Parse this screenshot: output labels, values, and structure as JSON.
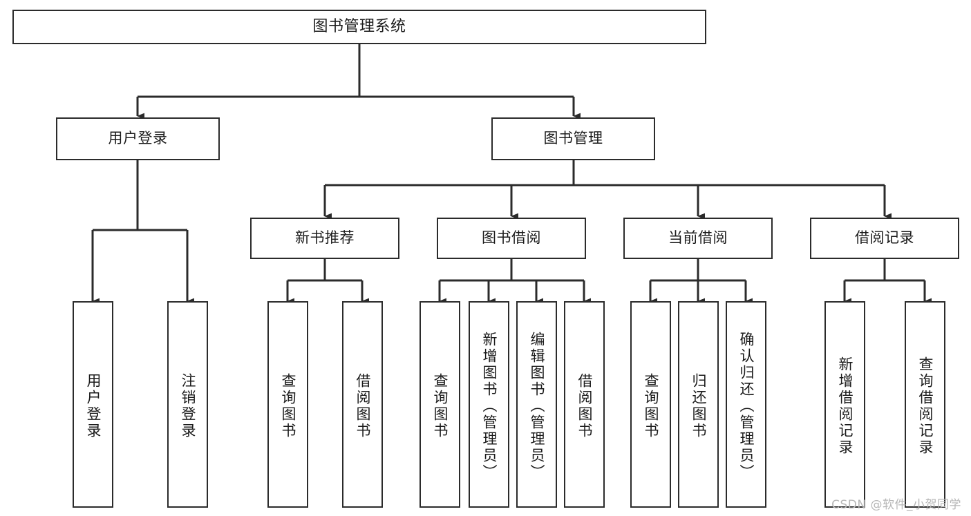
{
  "diagram": {
    "type": "tree",
    "title": "图书管理系统",
    "watermark": "CSDN @软件_小贺同学",
    "colors": {
      "node_border": "#2b2b2b",
      "node_fill": "#ffffff",
      "edge": "#2b2b2b",
      "text": "#1b1b1b",
      "background": "#ffffff",
      "watermark": "#b6b6b6"
    },
    "root": {
      "label": "图书管理系统"
    },
    "level2": [
      {
        "label": "用户登录"
      },
      {
        "label": "图书管理"
      }
    ],
    "level3": [
      {
        "label": "新书推荐"
      },
      {
        "label": "图书借阅"
      },
      {
        "label": "当前借阅"
      },
      {
        "label": "借阅记录"
      }
    ],
    "leaves": {
      "user_login": [
        {
          "label": "用户登录"
        },
        {
          "label": "注销登录"
        }
      ],
      "new_book_recommend": [
        {
          "label": "查询图书"
        },
        {
          "label": "借阅图书"
        }
      ],
      "book_borrow": [
        {
          "label": "查询图书"
        },
        {
          "label": "新增图书（管理员）"
        },
        {
          "label": "编辑图书（管理员）"
        },
        {
          "label": "借阅图书"
        }
      ],
      "current_borrow": [
        {
          "label": "查询图书"
        },
        {
          "label": "归还图书"
        },
        {
          "label": "确认归还（管理员）"
        }
      ],
      "borrow_record": [
        {
          "label": "新增借阅记录"
        },
        {
          "label": "查询借阅记录"
        }
      ]
    }
  }
}
